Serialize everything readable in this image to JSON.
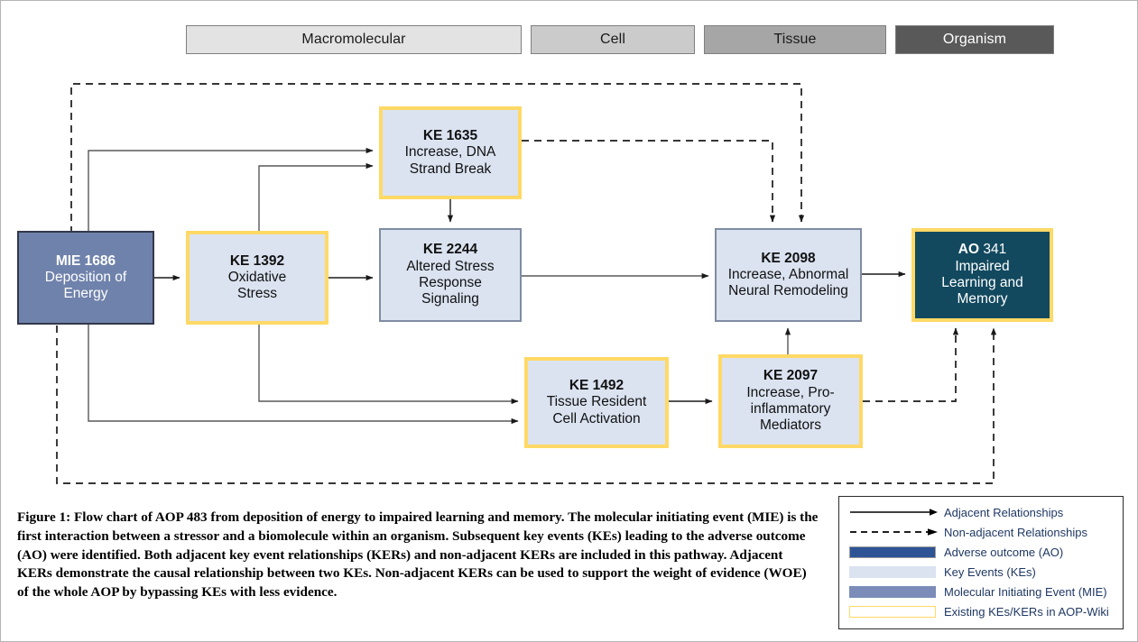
{
  "figure": {
    "levels": [
      {
        "name": "macromolecular",
        "label": "Macromolecular"
      },
      {
        "name": "cell",
        "label": "Cell"
      },
      {
        "name": "tissue",
        "label": "Tissue"
      },
      {
        "name": "organism",
        "label": "Organism"
      }
    ],
    "nodes": [
      {
        "key": "mie",
        "id": "MIE 1686",
        "title": "Deposition of Energy",
        "type": "MIE"
      },
      {
        "key": "ke1392",
        "id": "KE 1392",
        "title": "Oxidative Stress",
        "type": "KE-wiki"
      },
      {
        "key": "ke1635",
        "id": "KE 1635",
        "title": "Increase, DNA Strand Break",
        "type": "KE-wiki"
      },
      {
        "key": "ke2244",
        "id": "KE 2244",
        "title": "Altered Stress Response Signaling",
        "type": "KE"
      },
      {
        "key": "ke2098",
        "id": "KE 2098",
        "title": "Increase, Abnormal Neural Remodeling",
        "type": "KE"
      },
      {
        "key": "ke1492",
        "id": "KE 1492",
        "title": "Tissue Resident Cell Activation",
        "type": "KE-wiki"
      },
      {
        "key": "ke2097",
        "id": "KE 2097",
        "title": "Increase,  Pro-inflammatory Mediators",
        "type": "KE-wiki"
      },
      {
        "key": "ao",
        "id": "AO 341",
        "title": "Impaired Learning and Memory",
        "type": "AO"
      }
    ],
    "node_text": {
      "mie": {
        "id": "MIE 1686",
        "l1": "Deposition of",
        "l2": "Energy"
      },
      "ke1392": {
        "id": "KE 1392",
        "l1": "Oxidative",
        "l2": "Stress"
      },
      "ke1635": {
        "id": "KE 1635",
        "l1": "Increase, DNA",
        "l2": "Strand Break"
      },
      "ke2244": {
        "id": "KE 2244",
        "l1": "Altered Stress",
        "l2": "Response",
        "l3": "Signaling"
      },
      "ke2098": {
        "id": "KE 2098",
        "l1": "Increase, Abnormal",
        "l2": "Neural Remodeling"
      },
      "ke1492": {
        "id": "KE 1492",
        "l1": "Tissue Resident",
        "l2": "Cell Activation"
      },
      "ke2097": {
        "id": "KE 2097",
        "l1": "Increase,  Pro-",
        "l2": "inflammatory",
        "l3": "Mediators"
      },
      "ao": {
        "id_bold": "AO",
        "id_rest": " 341",
        "l1": "Impaired",
        "l2": "Learning and",
        "l3": "Memory"
      }
    },
    "edges_adjacent": [
      {
        "from": "mie",
        "to": "ke1392"
      },
      {
        "from": "mie",
        "to": "ke1635"
      },
      {
        "from": "mie",
        "to": "ke1492"
      },
      {
        "from": "ke1392",
        "to": "ke1635"
      },
      {
        "from": "ke1392",
        "to": "ke2244"
      },
      {
        "from": "ke1392",
        "to": "ke1492"
      },
      {
        "from": "ke1635",
        "to": "ke2244"
      },
      {
        "from": "ke2244",
        "to": "ke2098"
      },
      {
        "from": "ke2098",
        "to": "ao"
      },
      {
        "from": "ke1492",
        "to": "ke2097"
      },
      {
        "from": "ke2097",
        "to": "ke2098"
      }
    ],
    "edges_nonadjacent": [
      {
        "from": "mie",
        "to": "ke2098"
      },
      {
        "from": "mie",
        "to": "ao"
      },
      {
        "from": "ke1635",
        "to": "ke2098"
      },
      {
        "from": "ke2097",
        "to": "ao"
      }
    ],
    "legend": {
      "rows": [
        {
          "key": "adjacent-arrow",
          "glyph": "solid-arrow",
          "label": "Adjacent Relationships"
        },
        {
          "key": "nonadjacent-arrow",
          "glyph": "dashed-arrow",
          "label": "Non-adjacent Relationships"
        },
        {
          "key": "swatch-ao",
          "glyph": "swatch",
          "label": "Adverse outcome (AO)"
        },
        {
          "key": "swatch-ke",
          "glyph": "swatch",
          "label": "Key Events (KEs)"
        },
        {
          "key": "swatch-mie",
          "glyph": "swatch",
          "label": "Molecular Initiating Event (MIE)"
        },
        {
          "key": "swatch-wiki",
          "glyph": "swatch",
          "label": "Existing KEs/KERs in AOP-Wiki"
        }
      ]
    },
    "caption": "Figure 1: Flow chart of AOP 483 from deposition of energy to impaired learning and memory. The molecular initiating event (MIE) is the first interaction between a stressor and a biomolecule within an organism. Subsequent key events (KEs) leading to the adverse outcome (AO) were identified. Both adjacent key event relationships (KERs) and non-adjacent KERs are included in this pathway. Adjacent KERs demonstrate the causal relationship between two KEs. Non-adjacent KERs can be used to support the weight of evidence (WOE) of the whole AOP by bypassing KEs with less evidence.",
    "colors": {
      "mie_fill": "#6f82ab",
      "ke_fill": "#dbe3f1",
      "ao_fill": "#12495f",
      "wiki_border": "#ffd966",
      "ke_border": "#7f8ca3",
      "legend_text": "#1f3864",
      "level_macromolecular": "#e3e3e3",
      "level_cell": "#cbcbcb",
      "level_tissue": "#a6a6a6",
      "level_organism": "#595959"
    }
  }
}
